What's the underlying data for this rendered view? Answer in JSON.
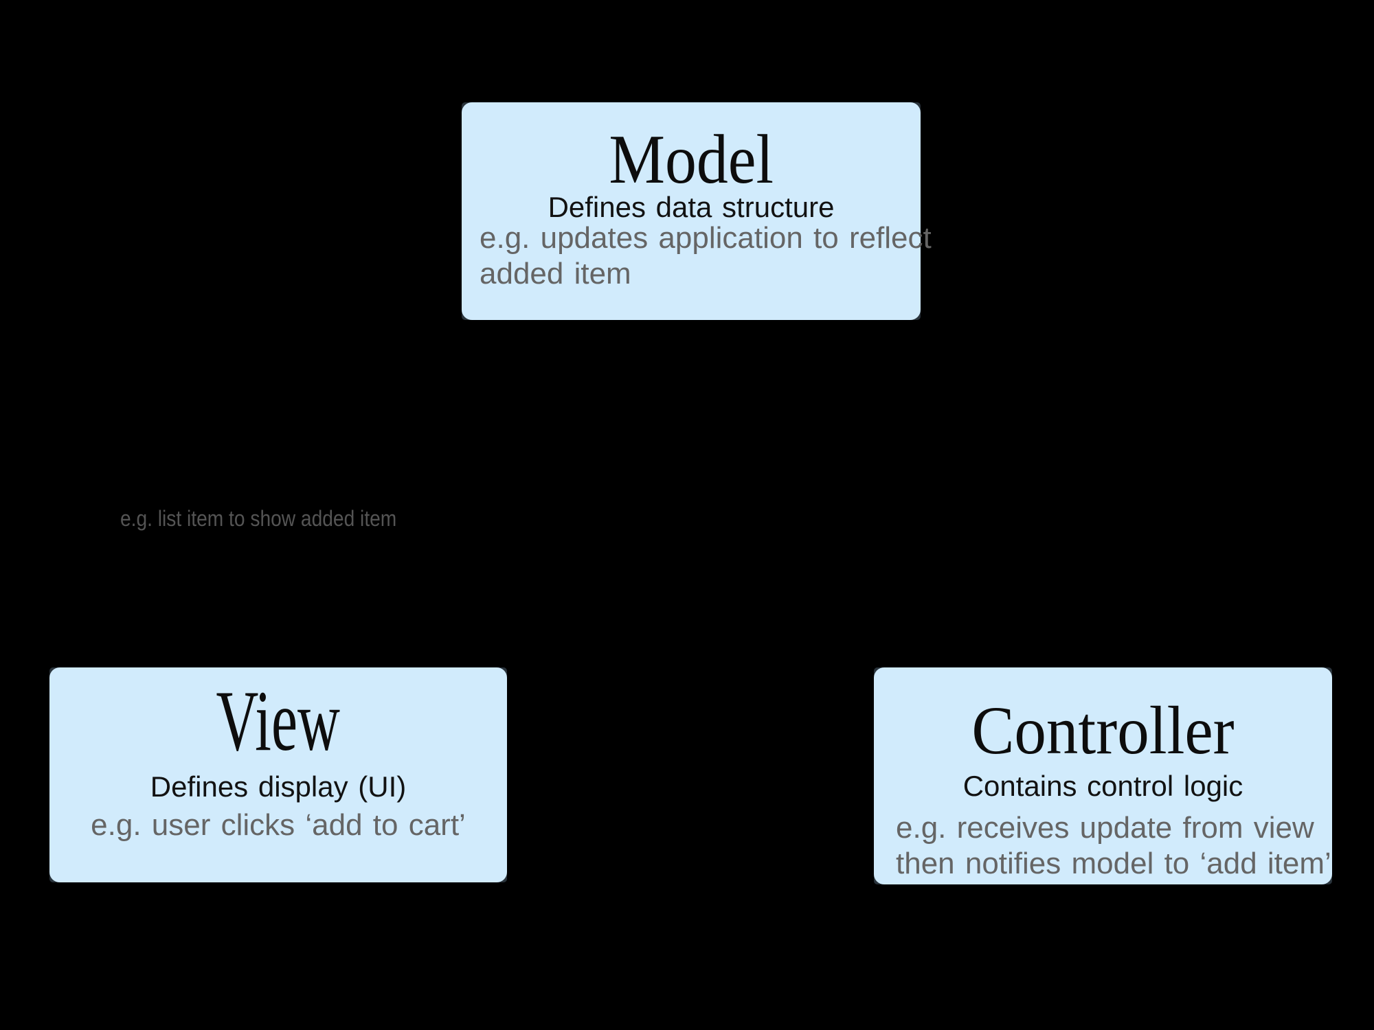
{
  "diagram": {
    "type": "mvc-architecture",
    "background_color": "#000000",
    "box_fill_color": "#d1ebfc",
    "title_text_color": "#0d0d0d",
    "subtitle_text_color": "#121212",
    "example_text_color": "#656565",
    "floating_label_color": "#545454",
    "boxes": [
      {
        "id": "model",
        "title": "Model",
        "subtitle": "Defines data structure",
        "example_lines": [
          "e.g. updates application to reflect",
          "added item"
        ]
      },
      {
        "id": "view",
        "title": "View",
        "subtitle": "Defines display (UI)",
        "example_lines": [
          "e.g. user clicks ‘add to cart’"
        ]
      },
      {
        "id": "controller",
        "title": "Controller",
        "subtitle": "Contains control logic",
        "example_lines": [
          "e.g. receives update from view",
          "then notifies model to ‘add item’"
        ]
      }
    ],
    "floating_label": {
      "text": "e.g. list item to show added item"
    }
  }
}
